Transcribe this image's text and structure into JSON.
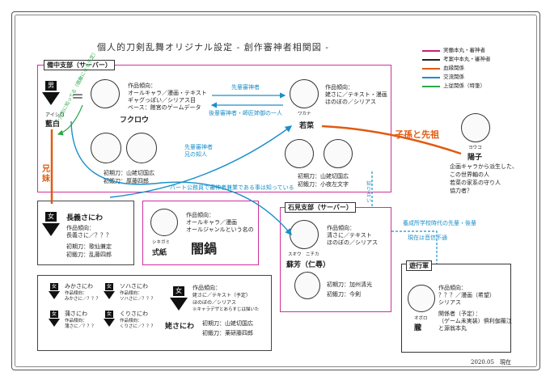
{
  "title": "個人的刀剣乱舞オリジナル設定 - 創作審神者相関図 -",
  "legend": [
    {
      "label": "実働本丸・審神者",
      "color": "#c81e7c"
    },
    {
      "label": "考案中本丸・審神者",
      "color": "#222222"
    },
    {
      "label": "血縁関係",
      "color": "#e05a10"
    },
    {
      "label": "交流関係",
      "color": "#1a8fc9"
    },
    {
      "label": "上従関係（特筆）",
      "color": "#2aa84a"
    }
  ],
  "bichu": {
    "label": "備中支部（サーバー）",
    "aishiro": {
      "gender": "男",
      "ruby": "アイシロ",
      "name": "藍白"
    },
    "equal": "＝",
    "fukurou": {
      "name": "フクロウ",
      "heading": "作品傾向：",
      "lines": [
        "オールキャラ／漫画・テキスト",
        "ギャグっぽい／シリアス目",
        "ベース：館宮のゲームデータ"
      ]
    },
    "aishiro_initial": {
      "l1": "初期刀：山姥切国広",
      "l2": "初鍛刀：厚藤四郎"
    },
    "wakana": {
      "ruby": "ワカナ",
      "name": "若菜",
      "heading": "作品傾向：",
      "lines": [
        "姥さに／テキスト・漫画",
        "ほのぼの／シリアス"
      ],
      "l1": "初期刀：山姥切国広",
      "l2": "初鍛刀：小夜左文字"
    },
    "green_note": "一方的に知ってる（宿敵になる予定）",
    "arrow1": "先輩審神者",
    "arrow2": "後輩審神者・師匠姉御の一人",
    "arrow3a": "先輩審神者",
    "arrow3b": "兄の知人",
    "arrow4": "バート公務員で審神者兼業である事は知っている"
  },
  "kyodai": "兄妹",
  "descendant": "子孫と先祖",
  "youko": {
    "ruby": "ヨウコ",
    "name": "陽子",
    "lines": [
      "企画キャラから派生した、",
      "この世界軸の人",
      "若菜の家系の守り人",
      "協力者？"
    ]
  },
  "nagayoshi": {
    "gender": "女",
    "name": "長義さにわ",
    "heading": "作品傾向：",
    "lines": [
      "長義さに／？？？"
    ],
    "l1": "初期刀：歌仙兼定",
    "l2": "初鍛刀：乱藤四郎"
  },
  "shikigami": {
    "ruby": "シキガミ",
    "name": "式紙",
    "heading": "作品傾向：",
    "lines": [
      "オールキャラ／漫画",
      "オールジャンルという名の"
    ],
    "big": "闇鍋"
  },
  "iwami": {
    "label": "石見支部（サーバー）",
    "know": "知り合い",
    "suou": {
      "ruby1": "スオウ",
      "ruby2": "ニチカ",
      "name": "蘇芳（仁尋）",
      "heading": "作品傾向：",
      "lines": [
        "清さに／テキスト",
        "ほのぼの／シリアス"
      ],
      "l1": "初期刀：加州清光",
      "l2": "初鍛刀：今剣"
    }
  },
  "yousei": {
    "l1": "養成所学校時代の先輩・後輩",
    "l2": "現在は音信不通"
  },
  "yukou": {
    "label": "遊行軍",
    "ruby": "オボロ",
    "name": "朧",
    "heading": "作品傾向：",
    "lines": [
      "？？？／漫画（希望）",
      "シリアス"
    ],
    "rel": "関係者（予定）：",
    "rel2": "（ゲーム未実装）俱利伽羅江",
    "rel3": "と源翁本丸"
  },
  "small": [
    {
      "gender": "女",
      "name": "みかさにわ",
      "heading": "作品傾向：",
      "line": "みかさに／？？？"
    },
    {
      "gender": "女",
      "name": "ソハさにわ",
      "heading": "作品傾向：",
      "line": "ソハさに／？？？"
    },
    {
      "gender": "女",
      "name": "蒲さにわ",
      "heading": "作品傾向：",
      "line": "蒲さに／？？？"
    },
    {
      "gender": "女",
      "name": "くりさにわ",
      "heading": "作品傾向：",
      "line": "くりさに／？？？"
    }
  ],
  "gotaku": {
    "gender": "女",
    "name": "姥さにわ",
    "heading": "作品傾向：",
    "lines": [
      "姥さに／テキスト（予定）",
      "ほのぼの／シリアス",
      "※キャラデザとあらすじは描いた"
    ],
    "l1": "初期刀：山姥切国広",
    "l2": "初鍛刀：薬研藤四郎"
  },
  "date": "2020.05　現在"
}
